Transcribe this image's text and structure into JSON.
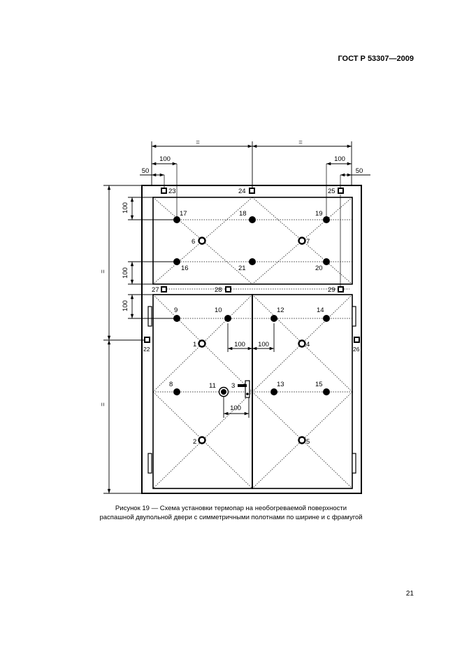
{
  "header": {
    "standard": "ГОСТ Р 53307—2009"
  },
  "figure": {
    "caption_line1": "Рисунок 19 — Схема установки термопар на необогреваемой поверхности",
    "caption_line2": "распашной двупольной двери с симметричными полотнами по ширине и с фрамугой"
  },
  "page": {
    "number": "21"
  },
  "dimensions": {
    "equal_sign": "=",
    "d100": "100",
    "d50": "50"
  },
  "thermocouples": {
    "filled": [
      "17",
      "18",
      "19",
      "16",
      "21",
      "20",
      "9",
      "10",
      "12",
      "14",
      "8",
      "13",
      "15"
    ],
    "circle": [
      "6",
      "7",
      "1",
      "4",
      "2",
      "5",
      "11"
    ],
    "square": [
      "23",
      "24",
      "25",
      "27",
      "28",
      "29",
      "22",
      "26"
    ],
    "handle": "3"
  }
}
